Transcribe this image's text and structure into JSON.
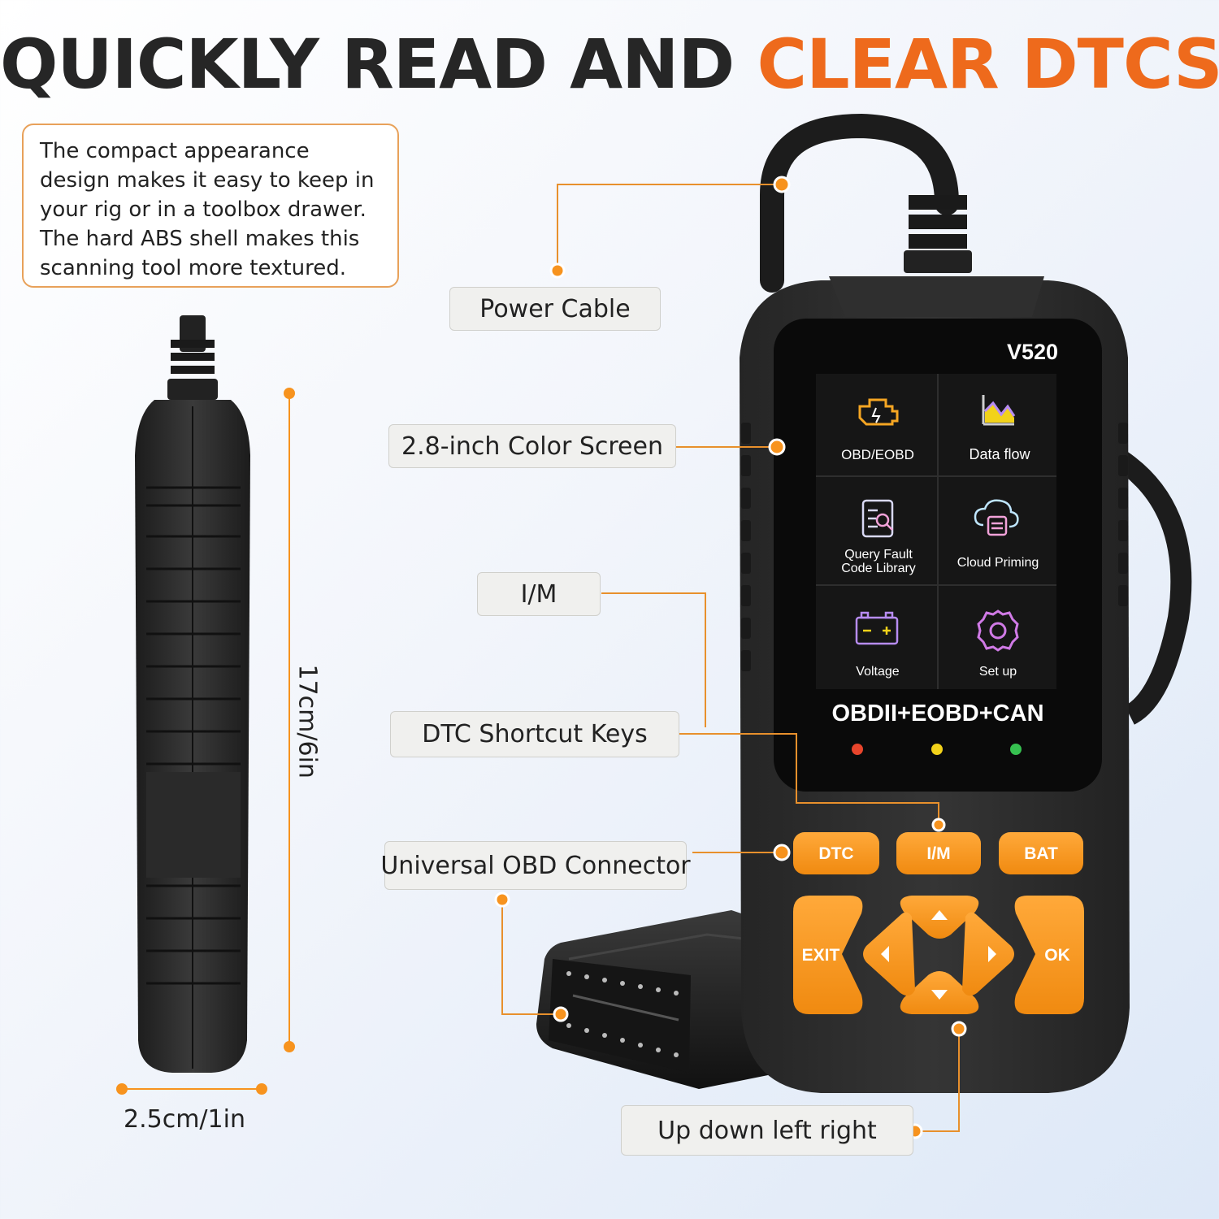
{
  "headline": {
    "part1": "QUICKLY READ AND ",
    "part2": "CLEAR DTCS"
  },
  "description": "The compact appearance design makes it easy to keep in your rig or in a toolbox drawer. The hard ABS shell makes this scanning tool more textured.",
  "labels": {
    "power_cable": "Power Cable",
    "color_screen": "2.8-inch Color Screen",
    "im": "I/M",
    "dtc_keys": "DTC Shortcut Keys",
    "obd_connector": "Universal OBD Connector",
    "arrows": "Up down left right"
  },
  "dimensions": {
    "height": "17cm/6in",
    "width": "2.5cm/1in"
  },
  "device": {
    "model": "V520",
    "protocols": "OBDII+EOBD+CAN",
    "menu": {
      "obd": "OBD/EOBD",
      "data_flow": "Data flow",
      "query_line1": "Query Fault",
      "query_line2": "Code Library",
      "cloud": "Cloud Priming",
      "voltage": "Voltage",
      "setup": "Set up"
    },
    "keys": {
      "dtc": "DTC",
      "im": "I/M",
      "bat": "BAT",
      "exit": "EXIT",
      "ok": "OK"
    }
  },
  "colors": {
    "accent": "#ee6a1c",
    "button": "#f7931e",
    "body": "#2b2b2b",
    "screen": "#0a0a0a"
  }
}
